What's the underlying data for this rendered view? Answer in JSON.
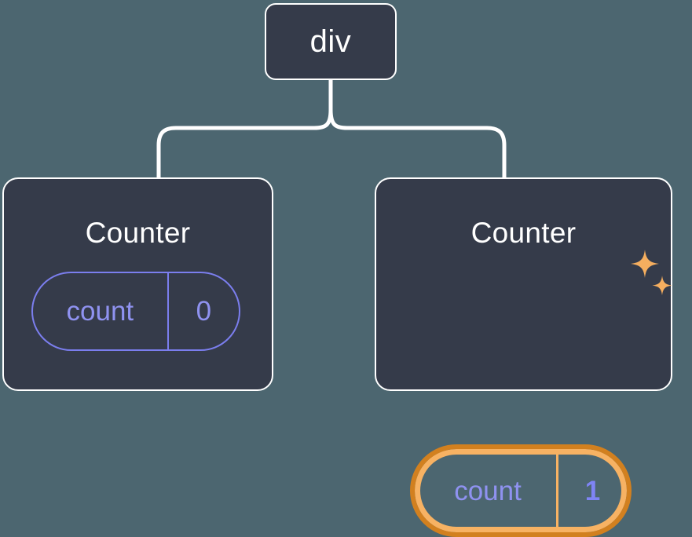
{
  "diagram": {
    "type": "component-tree",
    "title": "React component tree with state update highlight",
    "background_color": "#4c6670",
    "node_fill_color": "#353b4a",
    "node_border_color": "#ffffff",
    "edge_color": "#ffffff",
    "state_color": "#7b7eee",
    "highlight_outer_color": "#d2801f",
    "highlight_inner_color": "#f7b263",
    "sparkle_color": "#f5ae5f"
  },
  "root": {
    "label": "div"
  },
  "children": [
    {
      "title": "Counter",
      "state": {
        "key": "count",
        "value": "0"
      },
      "highlighted": false,
      "sparkles": false
    },
    {
      "title": "Counter",
      "state": {
        "key": "count",
        "value": "1"
      },
      "highlighted": true,
      "sparkles": true
    }
  ]
}
